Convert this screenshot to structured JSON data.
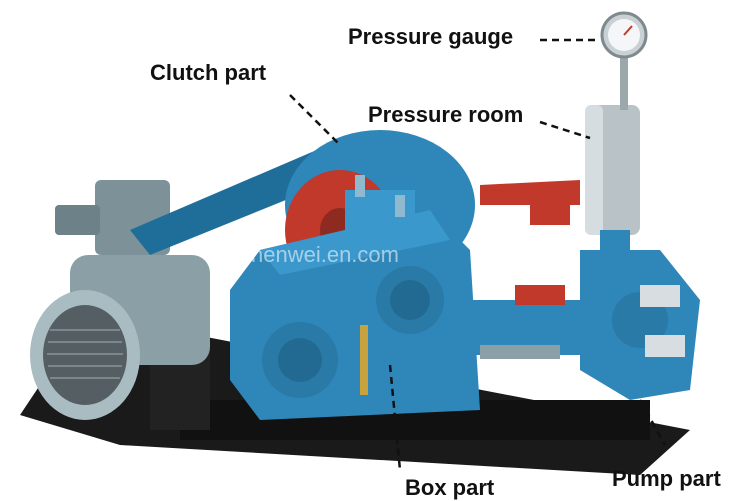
{
  "labels": {
    "pressure_gauge": "Pressure gauge",
    "clutch_part": "Clutch part",
    "pressure_room": "Pressure room",
    "box_part": "Box part",
    "pump_part": "Pump part"
  },
  "watermark": "cnenwei.en.com",
  "colors": {
    "machine_blue": "#2f86b8",
    "motor_gray": "#8aa0a6",
    "base_black": "#1a1a1a",
    "accent_red": "#c0392b"
  }
}
